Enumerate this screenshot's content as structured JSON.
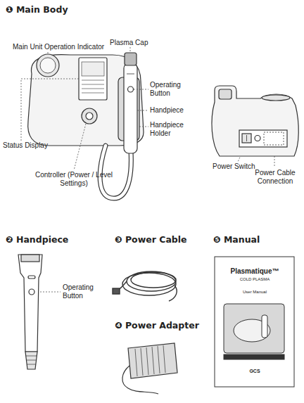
{
  "diagram": {
    "labels": [
      "❶ Main Body",
      "Main Unit Operation Indicator",
      "Plasma Cap",
      "Operating Button",
      "Handpiece",
      "Handpiece Holder",
      "Status Display",
      "Controller (Power / Level Settings)",
      "Power Switch",
      "Power Cable Connection",
      "❷ Handpiece",
      "Operating Button",
      "❸ Power Cable",
      "❹ Power Adapter",
      "❺ Manual",
      "Plasmatique™",
      "COLD PLASMA",
      "User Manual",
      "GCS"
    ]
  }
}
